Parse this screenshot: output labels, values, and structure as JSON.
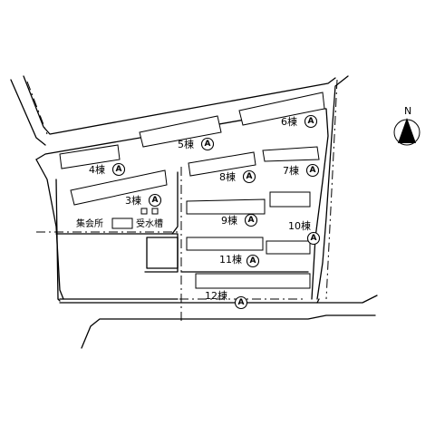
{
  "map": {
    "buildings": [
      {
        "id": "b3",
        "label": "3棟",
        "marker": "A"
      },
      {
        "id": "b4",
        "label": "4棟",
        "marker": "A"
      },
      {
        "id": "b5",
        "label": "5棟",
        "marker": "A"
      },
      {
        "id": "b6",
        "label": "6棟",
        "marker": "A"
      },
      {
        "id": "b7",
        "label": "7棟",
        "marker": "A"
      },
      {
        "id": "b8",
        "label": "8棟",
        "marker": "A"
      },
      {
        "id": "b9",
        "label": "9棟",
        "marker": "A"
      },
      {
        "id": "b10",
        "label": "10棟",
        "marker": "A"
      },
      {
        "id": "b11",
        "label": "11棟",
        "marker": "A"
      },
      {
        "id": "b12",
        "label": "12棟",
        "marker": "A"
      }
    ],
    "facilities": {
      "meeting_hall": "集会所",
      "water_tank": "受水槽"
    },
    "compass": {
      "label": "N"
    }
  }
}
